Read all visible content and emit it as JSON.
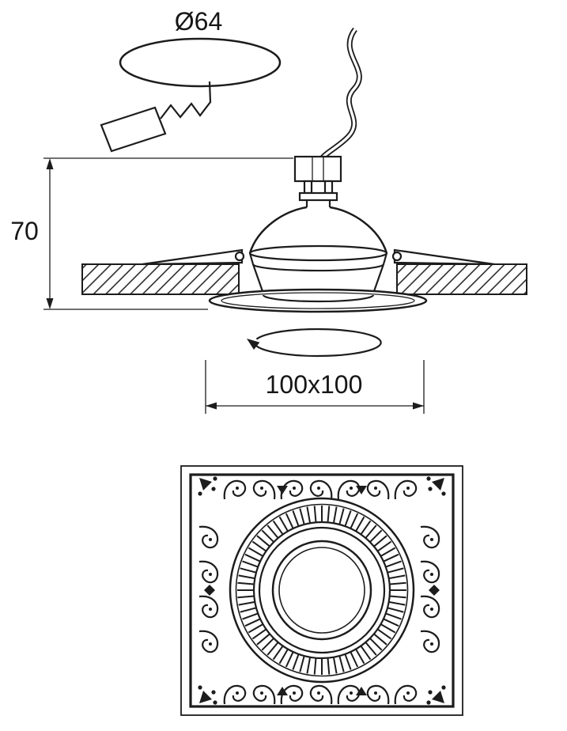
{
  "page": {
    "background": "#ffffff",
    "line_color": "#1c1c1c"
  },
  "section_view": {
    "hole_diameter_label": "Ø64",
    "depth_label": "70",
    "cutout_label": "100x100"
  }
}
